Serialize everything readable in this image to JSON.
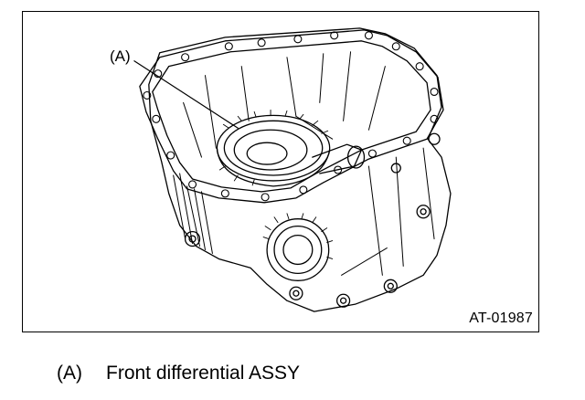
{
  "figure": {
    "callout_label": "(A)",
    "figure_code": "AT-01987"
  },
  "legend": {
    "items": [
      {
        "key": "(A)",
        "text": "Front differential ASSY"
      }
    ]
  }
}
